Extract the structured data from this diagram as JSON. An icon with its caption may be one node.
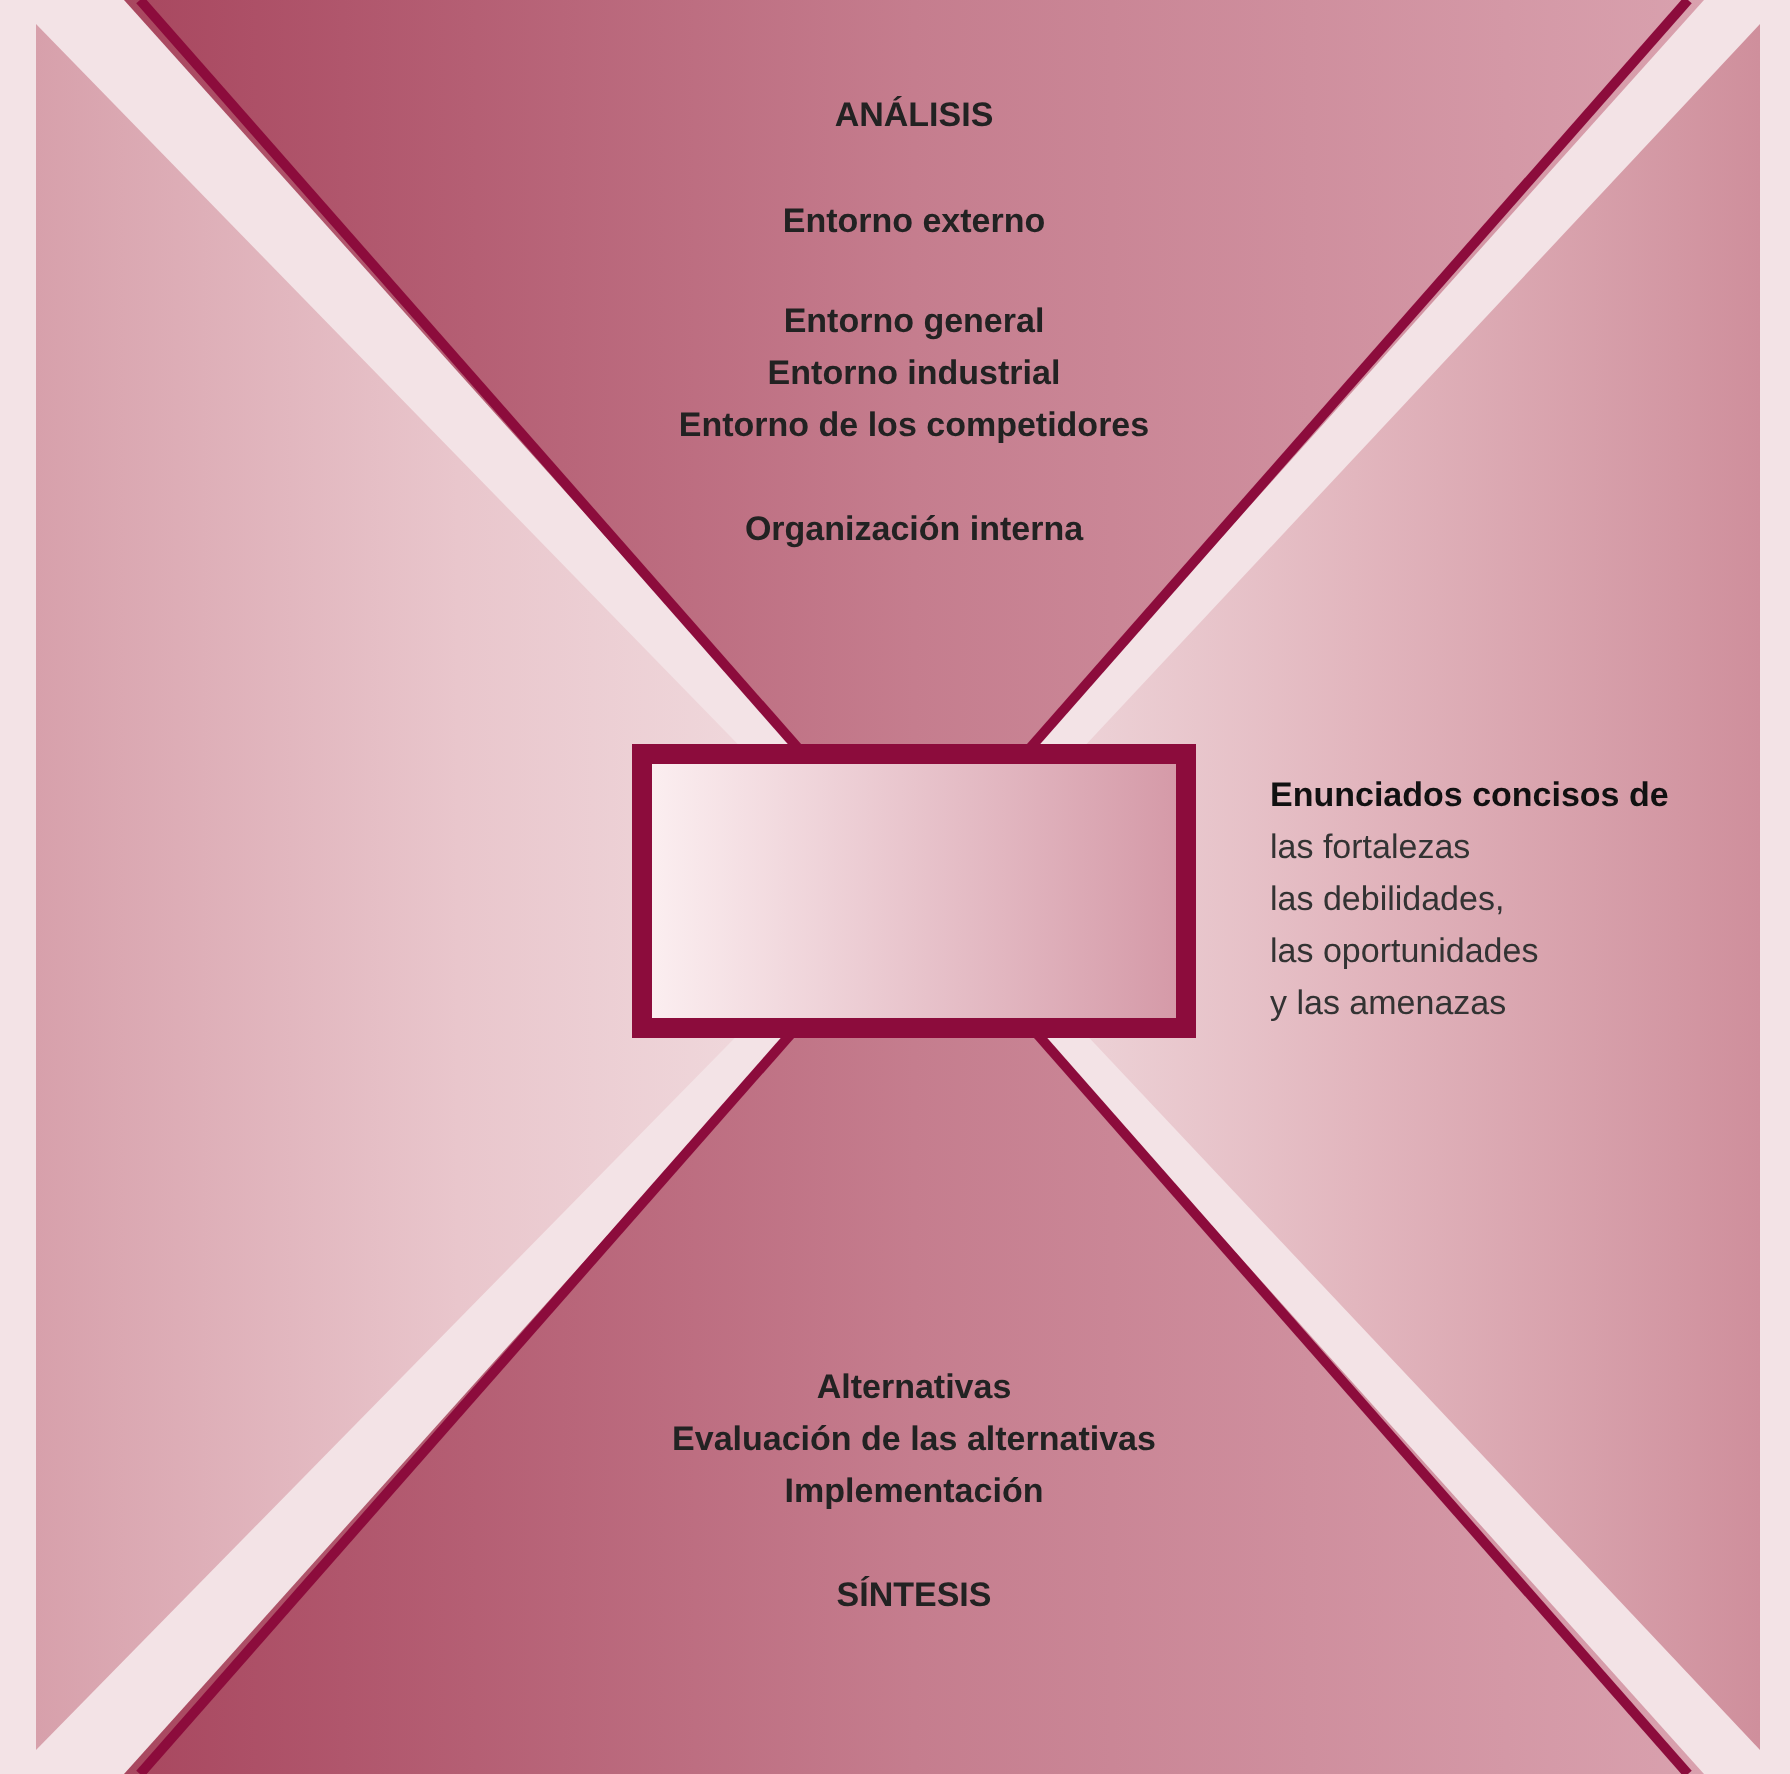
{
  "diagram": {
    "nodes": [
      {
        "text": [
          "ANÁLISIS",
          "Entorno externo",
          "Entorno general",
          "Entorno industrial",
          "Entorno de los competidores",
          "Organización interna"
        ]
      },
      {
        "text": [],
        "shape": "box"
      },
      {
        "text": [
          "Alternativas",
          "Evaluación de las alternativas",
          "Implementación",
          "SÍNTESIS"
        ]
      }
    ],
    "labels": [
      "Enunciados concisos de",
      "las fortalezas",
      "las debilidades,",
      "las oportunidades",
      "y las amenazas"
    ]
  }
}
